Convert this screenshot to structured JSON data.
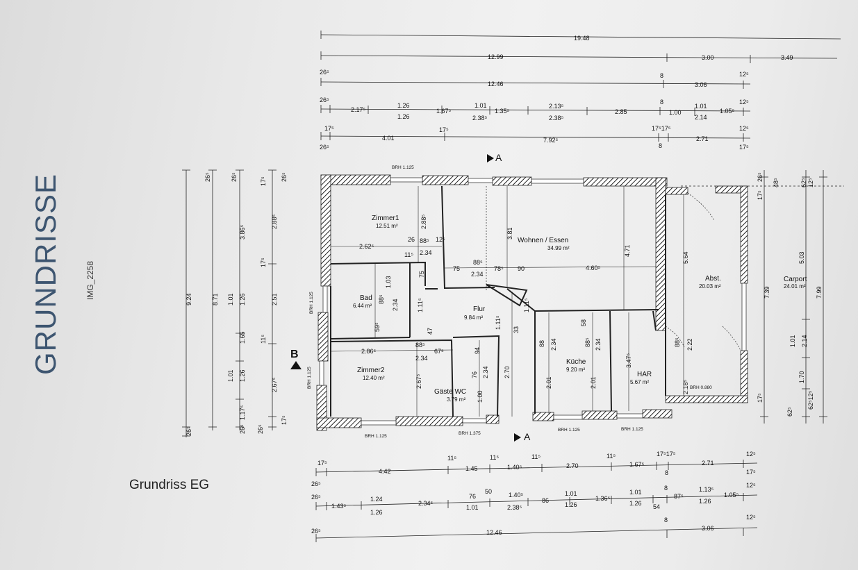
{
  "page": {
    "title": "GRUNDRISSE",
    "image_label": "IMG_2258",
    "plan_title": "Grundriss EG"
  },
  "rooms": [
    {
      "name": "Zimmer1",
      "area": "12.51 m²"
    },
    {
      "name": "Wohnen / Essen",
      "area": "34.99 m²"
    },
    {
      "name": "Bad",
      "area": "6.44 m²"
    },
    {
      "name": "Flur",
      "area": "9.84 m²"
    },
    {
      "name": "Zimmer2",
      "area": "12.40 m²"
    },
    {
      "name": "Gäste WC",
      "area": "3.79 m²"
    },
    {
      "name": "Küche",
      "area": "9.20 m²"
    },
    {
      "name": "HAR",
      "area": "5.67 m²"
    },
    {
      "name": "Abst.",
      "area": "20.03 m²"
    },
    {
      "name": "Carport",
      "area": "24.01 m²"
    }
  ],
  "section_marks": {
    "a": "A",
    "b": "B"
  },
  "brh": {
    "top": "BRH 1.125",
    "left1": "BRH 1.125",
    "left2": "BRH 1.125",
    "bottom1": "BRH 1.125",
    "bottom2": "BRH 1.375",
    "bottom3": "BRH 1.125",
    "bottom4": "BRH 1.125",
    "abst": "BRH 0.880"
  },
  "top_dims": {
    "row1": [
      "19.48"
    ],
    "row2": [
      "12.99",
      "3.00",
      "3.49"
    ],
    "row3": [
      "26⁵",
      "12.46",
      "8",
      "3.06",
      "12⁵"
    ],
    "row4": [
      "26⁵",
      "2.17⁵",
      "1.26",
      "1.26",
      "1.67⁵",
      "1.01",
      "2.38⁵",
      "1.35⁵",
      "2.13⁵",
      "2.38⁵",
      "2.85",
      "8",
      "1.00",
      "1.01",
      "2.14",
      "1.05⁵",
      "12⁵"
    ],
    "row5": [
      "17⁵",
      "26⁵",
      "4.01",
      "17⁵",
      "7.92⁵",
      "17⁵17⁵",
      "8",
      "2.71",
      "12⁵",
      "17⁵"
    ]
  },
  "bottom_dims": {
    "row1": [
      "17⁵",
      "26⁵",
      "4.42",
      "11⁵",
      "1.45",
      "11⁵",
      "1.40⁵",
      "11⁵",
      "2.70",
      "11⁵",
      "1.67⁵",
      "17⁵17⁵",
      "8",
      "2.71",
      "12⁵",
      "17⁵"
    ],
    "row2": [
      "26⁵",
      "1.43⁵",
      "1.24",
      "1.26",
      "2.34⁵",
      "76",
      "1.01",
      "50",
      "1.40⁵",
      "2.38⁵",
      "86",
      "1.01",
      "1.26",
      "1.36⁵",
      "1.01",
      "1.26",
      "8",
      "54",
      "87⁵",
      "1.13⁵",
      "1.26",
      "1.05⁵",
      "12⁵"
    ],
    "row3": [
      "26⁵",
      "12.46",
      "8",
      "3.06",
      "12⁵"
    ]
  },
  "left_dims": {
    "col1": [
      "9.24",
      "26⁵",
      "26⁵"
    ],
    "col2": [
      "8.71"
    ],
    "col3": [
      "26⁵",
      "1.01",
      "1.26",
      "1.17⁵",
      "1.65",
      "1.01",
      "1.26",
      "3.86⁵",
      "26⁵"
    ],
    "col4": [
      "26⁵",
      "2.67⁵",
      "11⁵",
      "2.51",
      "17⁵",
      "2.88⁵",
      "17⁵",
      "26⁵",
      "17⁵"
    ]
  },
  "right_dims": {
    "col1": [
      "7.39",
      "26⁵",
      "17⁵",
      "17⁵"
    ],
    "col2": [
      "5.03",
      "1.01",
      "2.14",
      "1.70",
      "62⁵12⁵",
      "62⁵"
    ],
    "col3": [
      "7.99",
      "12⁵",
      "48⁵",
      "62⁵"
    ]
  },
  "inner_dims": [
    "2.62⁵",
    "26",
    "88⁵",
    "12⁵",
    "11⁵",
    "2.34",
    "2.88⁵",
    "3.81",
    "75",
    "88⁵",
    "78⁵",
    "90",
    "2.34",
    "4.60⁵",
    "4.71",
    "5.64",
    "1.03",
    "88⁵",
    "2.34",
    "59⁵",
    "75",
    "1.11⁵",
    "1.11⁵",
    "2.86⁵",
    "88⁵",
    "67⁵",
    "2.34",
    "47",
    "2.67⁵",
    "94",
    "76",
    "1.00",
    "2.34",
    "2.70",
    "33",
    "1.11⁵",
    "88",
    "2.34",
    "58",
    "88⁵",
    "2.34",
    "2.01",
    "2.01",
    "3.47⁵",
    "88⁵",
    "2.22",
    "2.18⁵"
  ]
}
